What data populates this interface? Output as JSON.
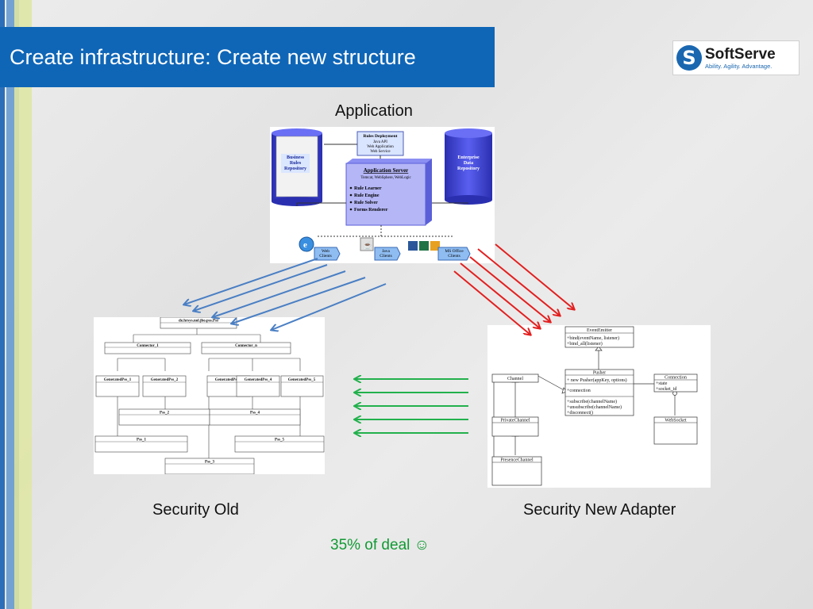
{
  "slide": {
    "title": "Create infrastructure: Create new structure",
    "logo": {
      "name": "SoftServe",
      "tagline": "Ability. Agility. Advantage.",
      "icon": "softserve-s-logo-icon"
    }
  },
  "captions": {
    "application": "Application",
    "security_old": "Security Old",
    "security_new": "Security New Adapter",
    "deal": "35% of deal ☺"
  },
  "application_diagram": {
    "rules_deployment": [
      "Rules Deployment",
      "Java API",
      "Web Application",
      "Web Service"
    ],
    "repository": [
      "Business",
      "Rules",
      "Repository"
    ],
    "app_server_title": "Application Server",
    "app_server_sub": "Tomcat, WebSphere, WebLogic",
    "app_server_items": [
      "Rule Learner",
      "Rule Engine",
      "Rule Solver",
      "Forms Renderer"
    ],
    "enterprise": [
      "Enterprise",
      "Data",
      "Repository"
    ],
    "clients": {
      "web": [
        "Web",
        "Clients"
      ],
      "java": [
        "Java",
        "Clients"
      ],
      "office": [
        "MS Office",
        "Clients"
      ]
    }
  },
  "old_diagram": {
    "top": "de.hrsys.nol.jbo.pss.Pss",
    "connectors": [
      "Connector_1",
      "Connector_n"
    ],
    "generated": [
      "GeneratedPss_1",
      "GeneratedPss_2",
      "GeneratedPss_3",
      "GeneratedPss_4",
      "GeneratedPss_5"
    ],
    "pss_mid": [
      "Pss_2",
      "Pss_4"
    ],
    "pss_low": [
      "Pss_1",
      "Pss_5"
    ],
    "pss_bottom": "Pss_3"
  },
  "new_diagram": {
    "event_emitter": {
      "name": "EventEmitter",
      "methods": [
        "+bind(eventName, listener)",
        "+bind_all(listener)"
      ]
    },
    "pusher": {
      "name": "Pusher",
      "ctor": "+ new Pusher(appKey, options)",
      "fields": [
        "+connection"
      ],
      "methods": [
        "+subscribe(channelName)",
        "+unsubscribe(channelName)",
        "+disconnect()"
      ]
    },
    "connection": {
      "name": "Connection",
      "fields": [
        "+state",
        "+socket_id"
      ]
    },
    "channel": "Channel",
    "private_channel": "PrivateChannel",
    "presence_channel": "PresenceChannel",
    "websocket": "WebSocket"
  },
  "colors": {
    "title_bar": "#0f66b7",
    "arrow_blue": "#4a7fc4",
    "arrow_red": "#e31f1f",
    "arrow_green": "#22b14c",
    "deal_text": "#119a34"
  }
}
